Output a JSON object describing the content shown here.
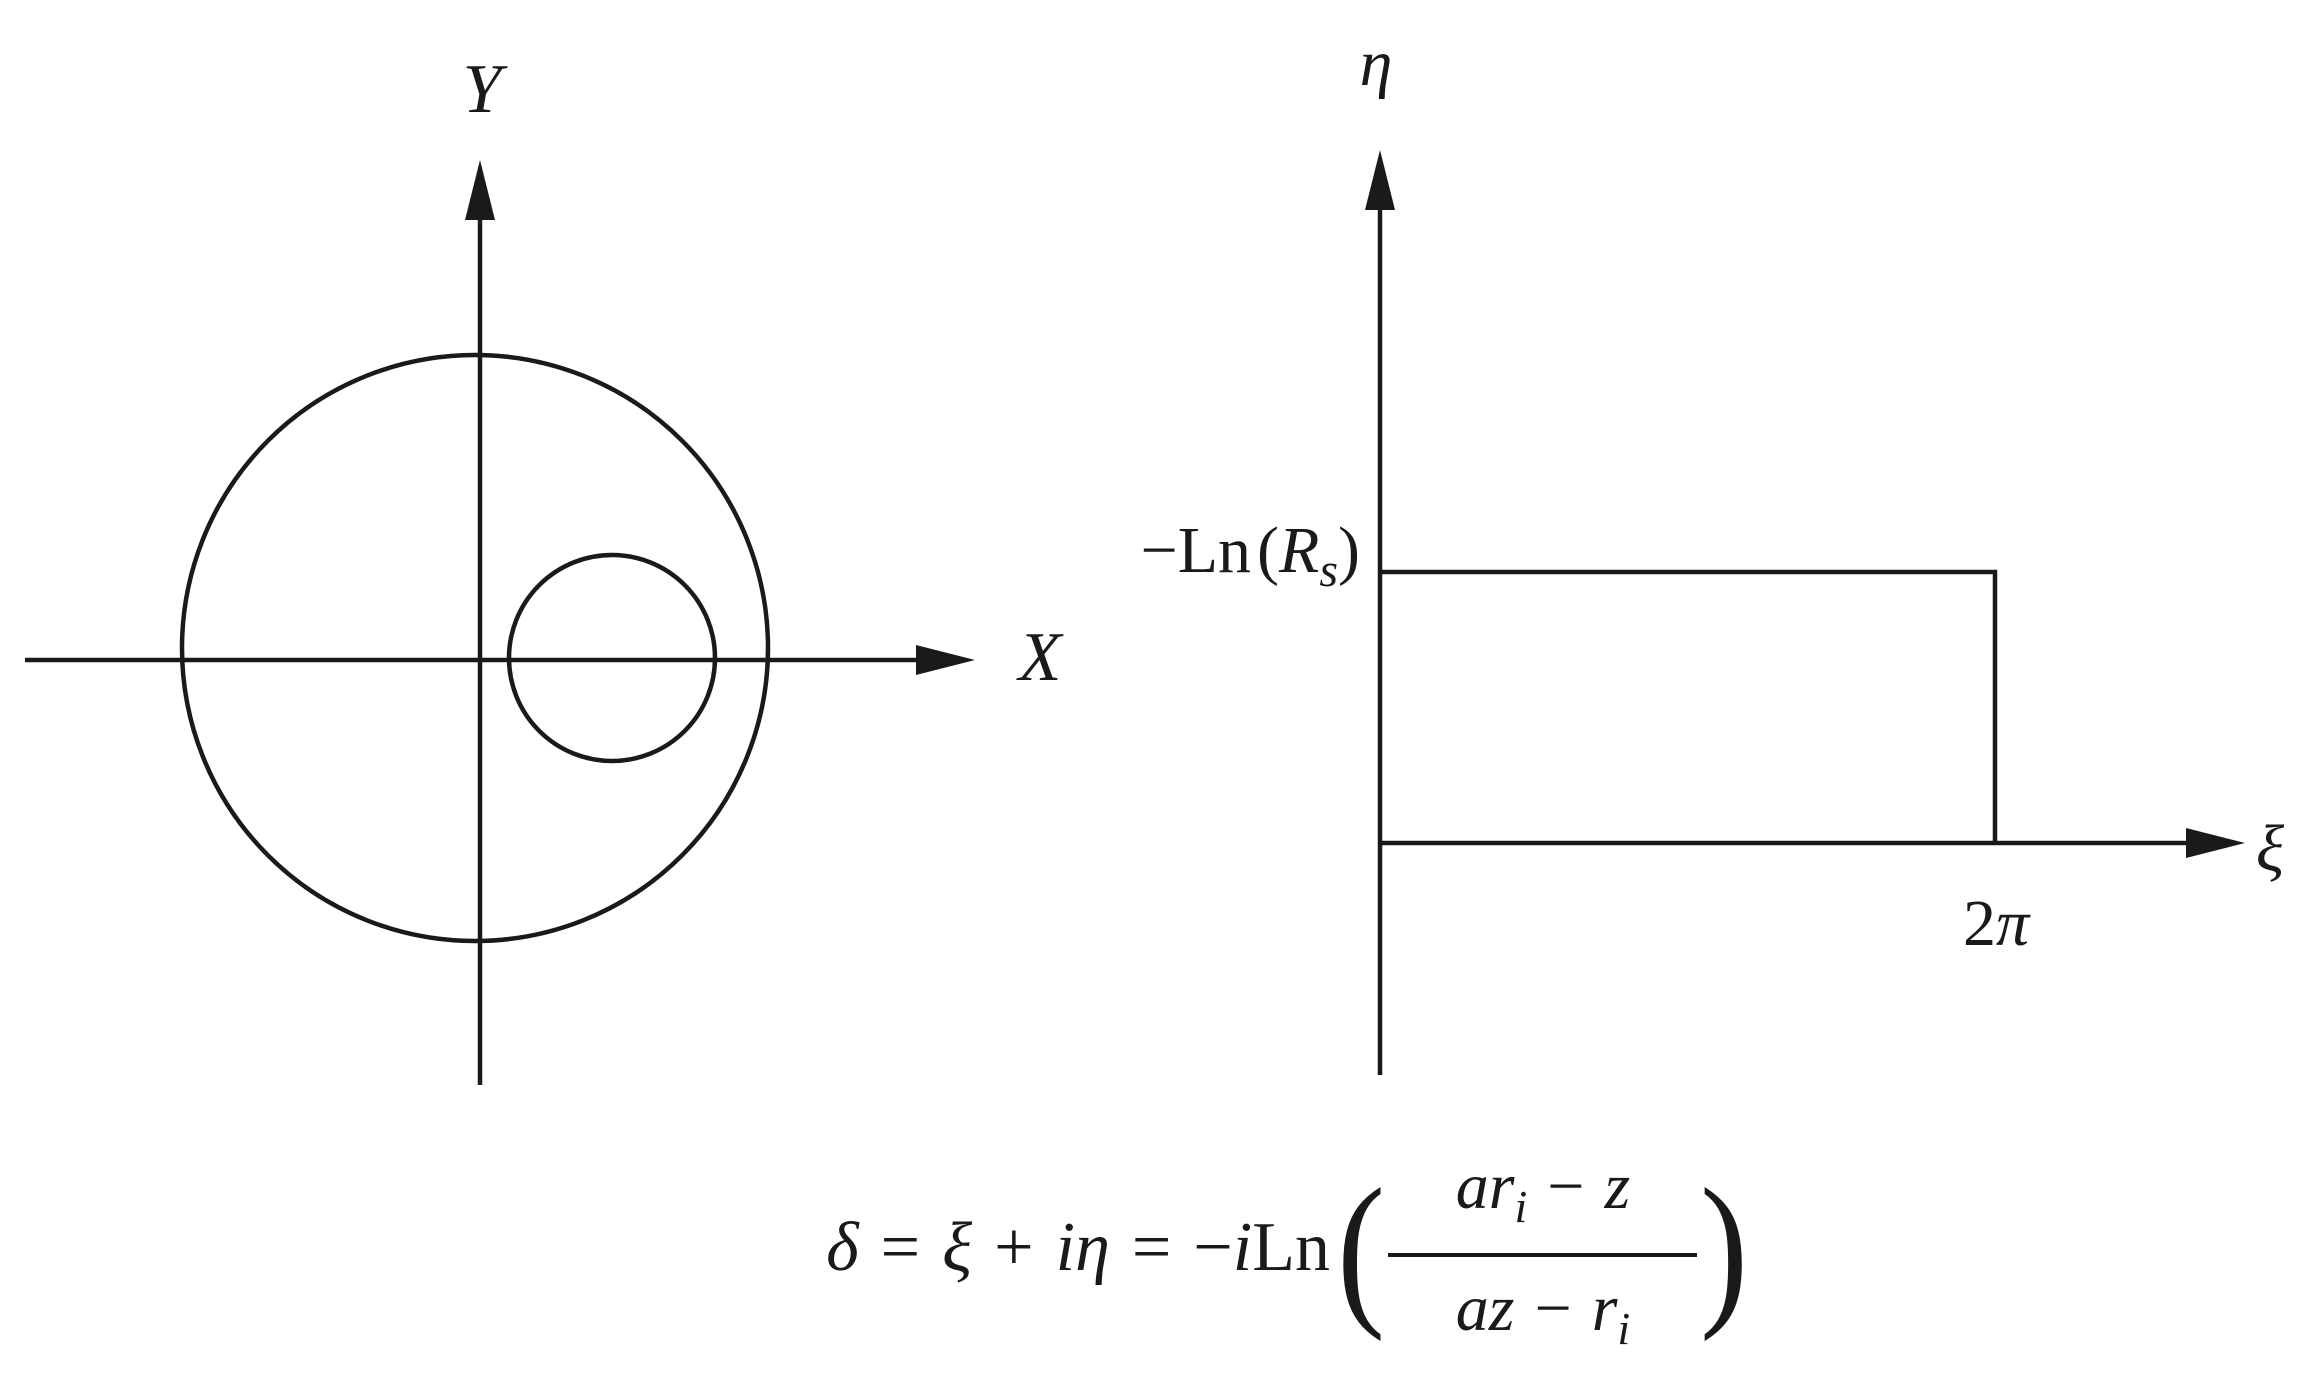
{
  "left_plane": {
    "x_axis_label": "X",
    "y_axis_label": "Y"
  },
  "right_plane": {
    "eta_axis_label": "η",
    "xi_axis_label": "ξ",
    "height_label": {
      "minus": "−",
      "ln": "Ln",
      "open": "(",
      "r": "R",
      "sub": "s",
      "close": ")"
    },
    "width_label": {
      "two": "2",
      "pi": "π"
    }
  },
  "formula": {
    "delta": "δ",
    "eq1": "=",
    "xi": "ξ",
    "plus": "+",
    "i_eta": "iη",
    "eq2": "=",
    "minus": "−",
    "i": "i",
    "ln": "Ln",
    "open": "(",
    "close": ")",
    "num": {
      "a": "ar",
      "sub": "i",
      "op": "−",
      "z": "z"
    },
    "den": {
      "a": "az",
      "op": "−",
      "r": "r",
      "sub": "i"
    }
  },
  "colors": {
    "ink": "#1a1a1a",
    "background": "#ffffff"
  }
}
